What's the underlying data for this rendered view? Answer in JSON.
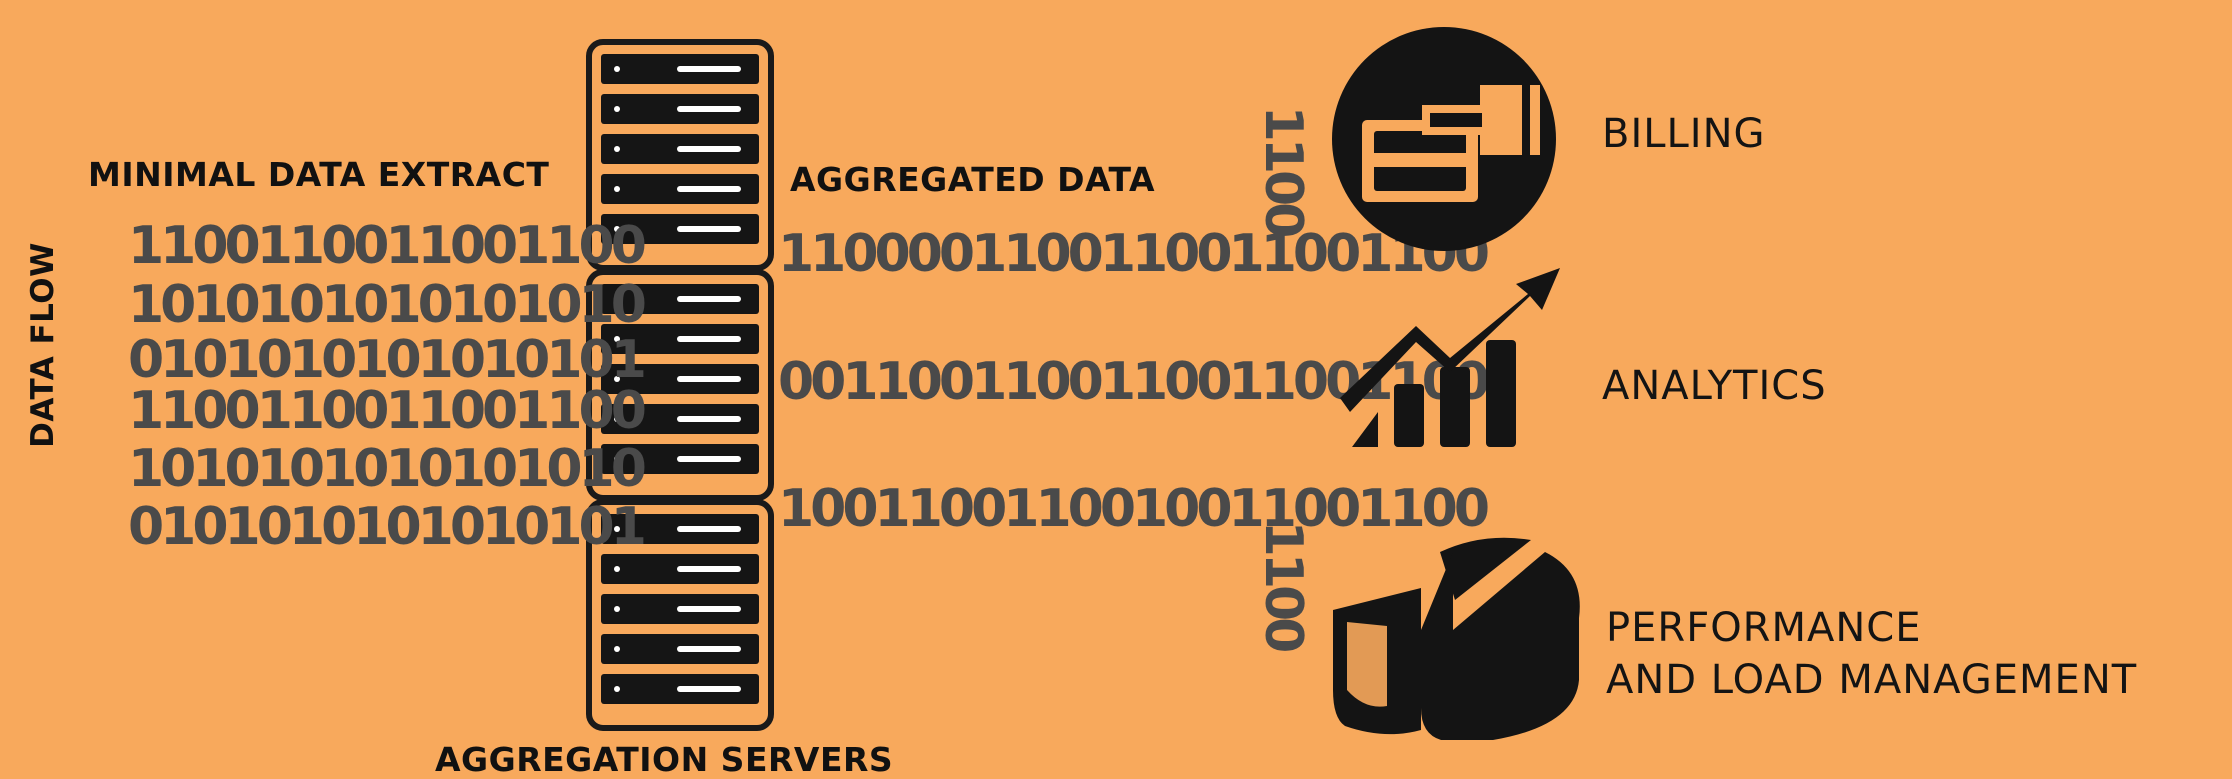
{
  "background_color": "#F8A95C",
  "labels": {
    "data_flow": "DATA FLOW",
    "minimal_extract": "MINIMAL DATA EXTRACT",
    "aggregated_data": "AGGREGATED DATA",
    "aggregation_servers": "AGGREGATION SERVERS"
  },
  "binary_left": [
    "1100110011001100",
    "1010101010101010",
    "0101010101010101",
    "1100110011001100",
    "1010101010101010",
    "0101010101010101"
  ],
  "binary_right": [
    "1100001100110011001100",
    "0011001100110011001100",
    "1001100110010011001100"
  ],
  "binary_vertical": [
    "1100",
    "1100"
  ],
  "services": {
    "billing": "BILLING",
    "analytics": "ANALYTICS",
    "performance_line1": "PERFORMANCE",
    "performance_line2": "AND LOAD MANAGEMENT"
  },
  "icons": {
    "billing": "credit-card-payment-icon",
    "analytics": "growth-chart-icon",
    "performance": "pie-chart-icon",
    "servers": "server-rack-icon"
  }
}
